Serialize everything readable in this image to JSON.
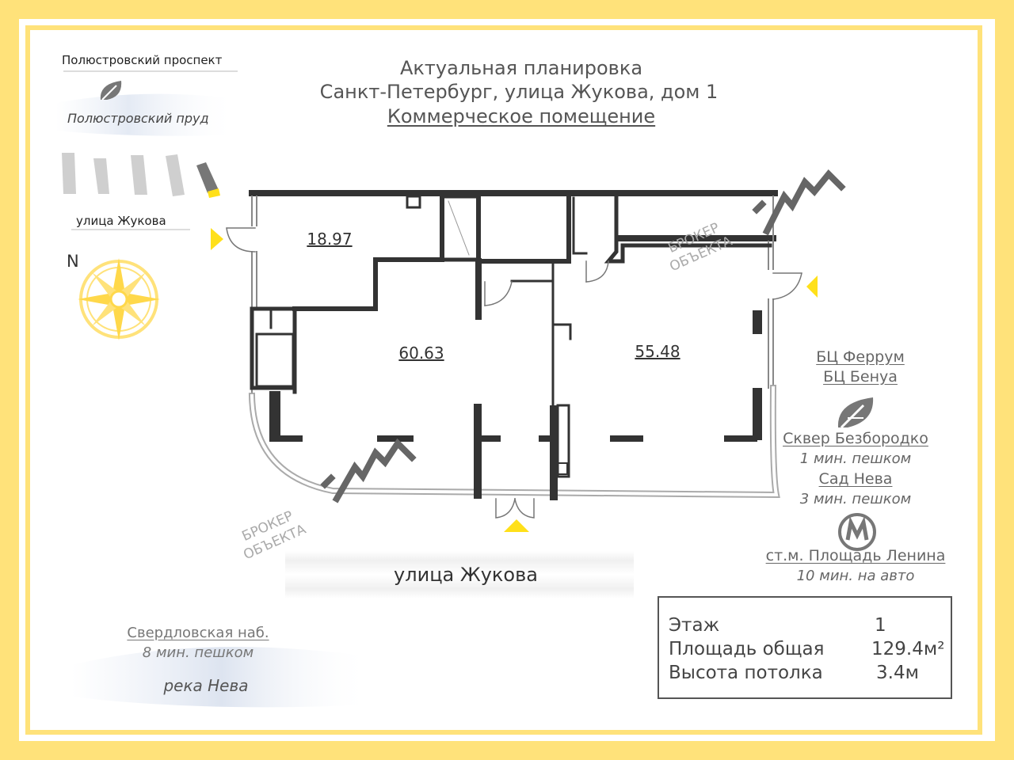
{
  "header": {
    "line1": "Актуальная планировка",
    "line2": "Санкт-Петербург, улица Жукова, дом 1",
    "line3": "Коммерческое помещение"
  },
  "map": {
    "prospect": "Полюстровский проспект",
    "pond": "Полюстровский пруд",
    "street_top": "улица Жукова",
    "north": "N"
  },
  "rooms": {
    "room1": "18.97",
    "room2": "60.63",
    "room3": "55.48"
  },
  "watermark": {
    "line1": "БРОКЕР",
    "line2": "ОБЪЕКТА"
  },
  "right_panel": {
    "bc1": "БЦ Феррум",
    "bc2": "БЦ Бенуа",
    "park1": "Сквер Безбородко",
    "park1_time": "1 мин. пешком",
    "park2": "Сад Нева",
    "park2_time": "3 мин. пешком",
    "metro": "ст.м. Площадь Ленина",
    "metro_time": "10 мин. на авто"
  },
  "bottom": {
    "street": "улица Жукова",
    "embankment": "Свердловская наб.",
    "embankment_time": "8 мин. пешком",
    "river": "река Нева"
  },
  "info": {
    "floor_label": "Этаж",
    "floor_value": "1",
    "area_label": "Площадь общая",
    "area_value": "129.4м²",
    "height_label": "Высота потолка",
    "height_value": "3.4м"
  },
  "colors": {
    "frame": "#ffe27a",
    "wall": "#333333",
    "arrow": "#ffe01a"
  }
}
